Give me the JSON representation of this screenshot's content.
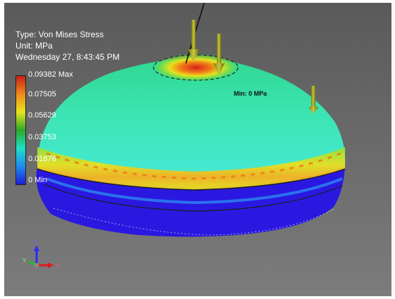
{
  "result_info": {
    "type_line": "Type: Von Mises Stress",
    "unit_line": "Unit: MPa",
    "date_line": "Wednesday 27, 8:43:45 PM"
  },
  "legend": {
    "ticks": [
      "0.09382 Max",
      "0.07505",
      "0.05629",
      "0.03753",
      "0.01876",
      "0 Min"
    ],
    "colors": [
      "#c42018",
      "#f08a1a",
      "#e6e51e",
      "#2ea82a",
      "#1ee0c8",
      "#1e8cf0",
      "#1e1ed8"
    ]
  },
  "probe_label": "Min: 0 MPa",
  "triad": {
    "x": "X",
    "y": "Y",
    "z": "Z"
  },
  "background_colors": [
    "#5c5c5c",
    "#7a7a7a"
  ]
}
